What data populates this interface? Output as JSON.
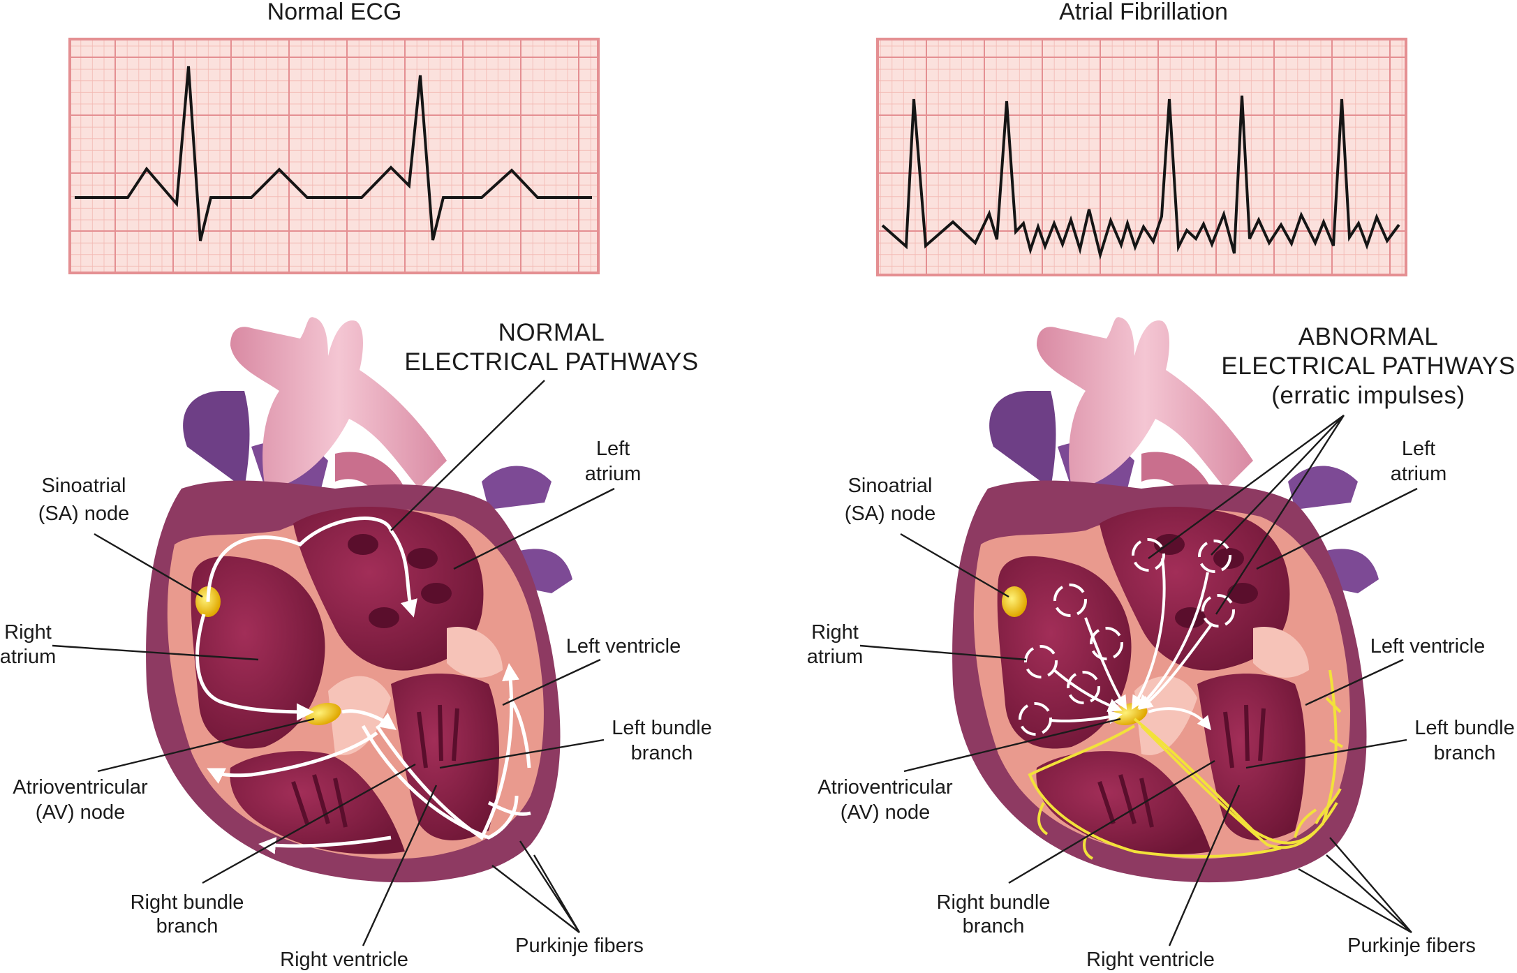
{
  "ecg": {
    "normal_title": "Normal ECG",
    "afib_title": "Atrial Fibrillation",
    "paper_colors": {
      "background": "#fbe1dd",
      "minor_grid": "#f3b9b3",
      "major_grid": "#e48f92",
      "trace": "#151515"
    }
  },
  "left_panel": {
    "title_line1": "NORMAL",
    "title_line2": "ELECTRICAL PATHWAYS",
    "labels": {
      "sa_node_1": "Sinoatrial",
      "sa_node_2": "(SA) node",
      "right_atrium_1": "Right",
      "right_atrium_2": "atrium",
      "av_node_1": "Atrioventricular",
      "av_node_2": "(AV) node",
      "right_bundle_1": "Right bundle",
      "right_bundle_2": "branch",
      "right_ventricle": "Right ventricle",
      "purkinje": "Purkinje fibers",
      "left_bundle_1": "Left bundle",
      "left_bundle_2": "branch",
      "left_ventricle": "Left ventricle",
      "left_atrium_1": "Left",
      "left_atrium_2": "atrium"
    }
  },
  "right_panel": {
    "title_line1": "ABNORMAL",
    "title_line2": "ELECTRICAL PATHWAYS",
    "title_line3": "(erratic impulses)",
    "labels": {
      "sa_node_1": "Sinoatrial",
      "sa_node_2": "(SA) node",
      "right_atrium_1": "Right",
      "right_atrium_2": "atrium",
      "av_node_1": "Atrioventricular",
      "av_node_2": "(AV) node",
      "right_bundle_1": "Right bundle",
      "right_bundle_2": "branch",
      "right_ventricle": "Right ventricle",
      "purkinje": "Purkinje fibers",
      "left_bundle_1": "Left bundle",
      "left_bundle_2": "branch",
      "left_ventricle": "Left ventricle",
      "left_atrium_1": "Left",
      "left_atrium_2": "atrium"
    }
  },
  "colors": {
    "heart_outer": "#8e3a62",
    "heart_wall": "#e99a8e",
    "chamber": "#8a1f45",
    "vessel_pink": "#e8a0b4",
    "vessel_purple": "#6e3f86",
    "node_yellow": "#f4c21a",
    "impulse_white": "#ffffff",
    "purkinje_yellow": "#f2e23a"
  }
}
